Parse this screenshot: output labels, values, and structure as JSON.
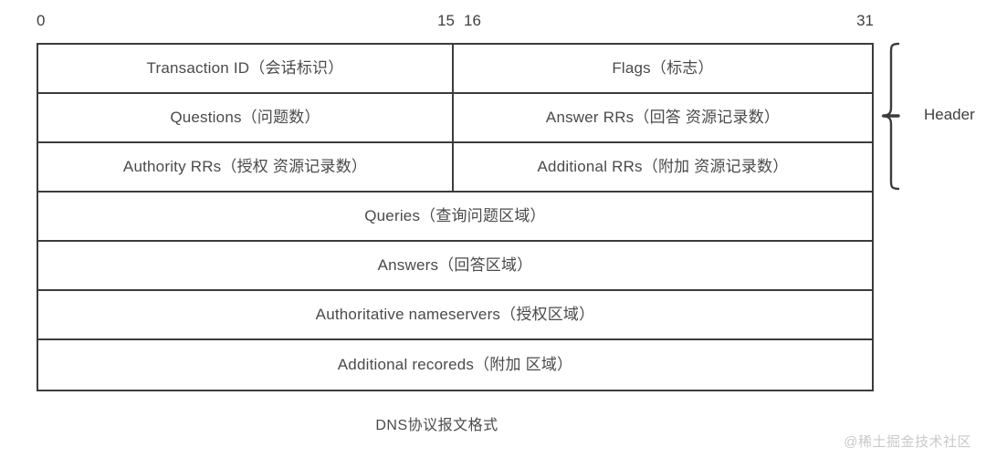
{
  "diagram": {
    "caption": "DNS协议报文格式",
    "watermark": "@稀土掘金技术社区",
    "bit_ruler": {
      "start": "0",
      "mid_end": "15",
      "mid_start": "16",
      "end": "31"
    },
    "brace_label": "Header",
    "rows": [
      {
        "split": true,
        "left": "Transaction ID（会话标识）",
        "right": "Flags（标志）"
      },
      {
        "split": true,
        "left": "Questions（问题数）",
        "right": "Answer RRs（回答 资源记录数）"
      },
      {
        "split": true,
        "left": "Authority RRs（授权 资源记录数）",
        "right": "Additional RRs（附加 资源记录数）"
      },
      {
        "split": false,
        "full": "Queries（查询问题区域）"
      },
      {
        "split": false,
        "full": "Answers（回答区域）"
      },
      {
        "split": false,
        "full": "Authoritative nameservers（授权区域）"
      },
      {
        "split": false,
        "full": "Additional recoreds（附加 区域）"
      }
    ],
    "colors": {
      "border": "#3c3c3c",
      "text": "#4a4a4a",
      "watermark": "#c9c9c9"
    }
  }
}
